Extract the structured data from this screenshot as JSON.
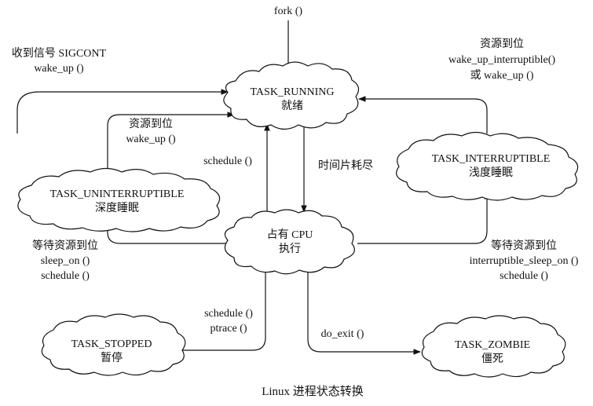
{
  "states": {
    "running": {
      "name": "TASK_RUNNING",
      "sub": "就绪"
    },
    "cpu": {
      "name": "占有 CPU",
      "sub": "执行"
    },
    "uninterruptible": {
      "name": "TASK_UNINTERRUPTIBLE",
      "sub": "深度睡眠"
    },
    "interruptible": {
      "name": "TASK_INTERRUPTIBLE",
      "sub": "浅度睡眠"
    },
    "stopped": {
      "name": "TASK_STOPPED",
      "sub": "暂停"
    },
    "zombie": {
      "name": "TASK_ZOMBIE",
      "sub": "僵死"
    }
  },
  "edges": {
    "fork": {
      "l1": "fork ()"
    },
    "sigcont": {
      "l1": "收到信号 SIGCONT",
      "l2": "wake_up ()"
    },
    "resource_interruptible": {
      "l1": "资源到位",
      "l2": "wake_up_interruptible()",
      "l3": "或 wake_up ()"
    },
    "resource_uninterruptible": {
      "l1": "资源到位",
      "l2": "wake_up ()"
    },
    "schedule": {
      "l1": "schedule ()"
    },
    "timeslice": {
      "l1": "时间片耗尽"
    },
    "wait_uninterruptible": {
      "l1": "等待资源到位",
      "l2": "sleep_on ()",
      "l3": "schedule ()"
    },
    "wait_interruptible": {
      "l1": "等待资源到位",
      "l2": "interruptible_sleep_on ()",
      "l3": "schedule ()"
    },
    "stop": {
      "l1": "schedule ()",
      "l2": "ptrace ()"
    },
    "exit": {
      "l1": "do_exit ()"
    }
  },
  "caption": "Linux 进程状态转换"
}
